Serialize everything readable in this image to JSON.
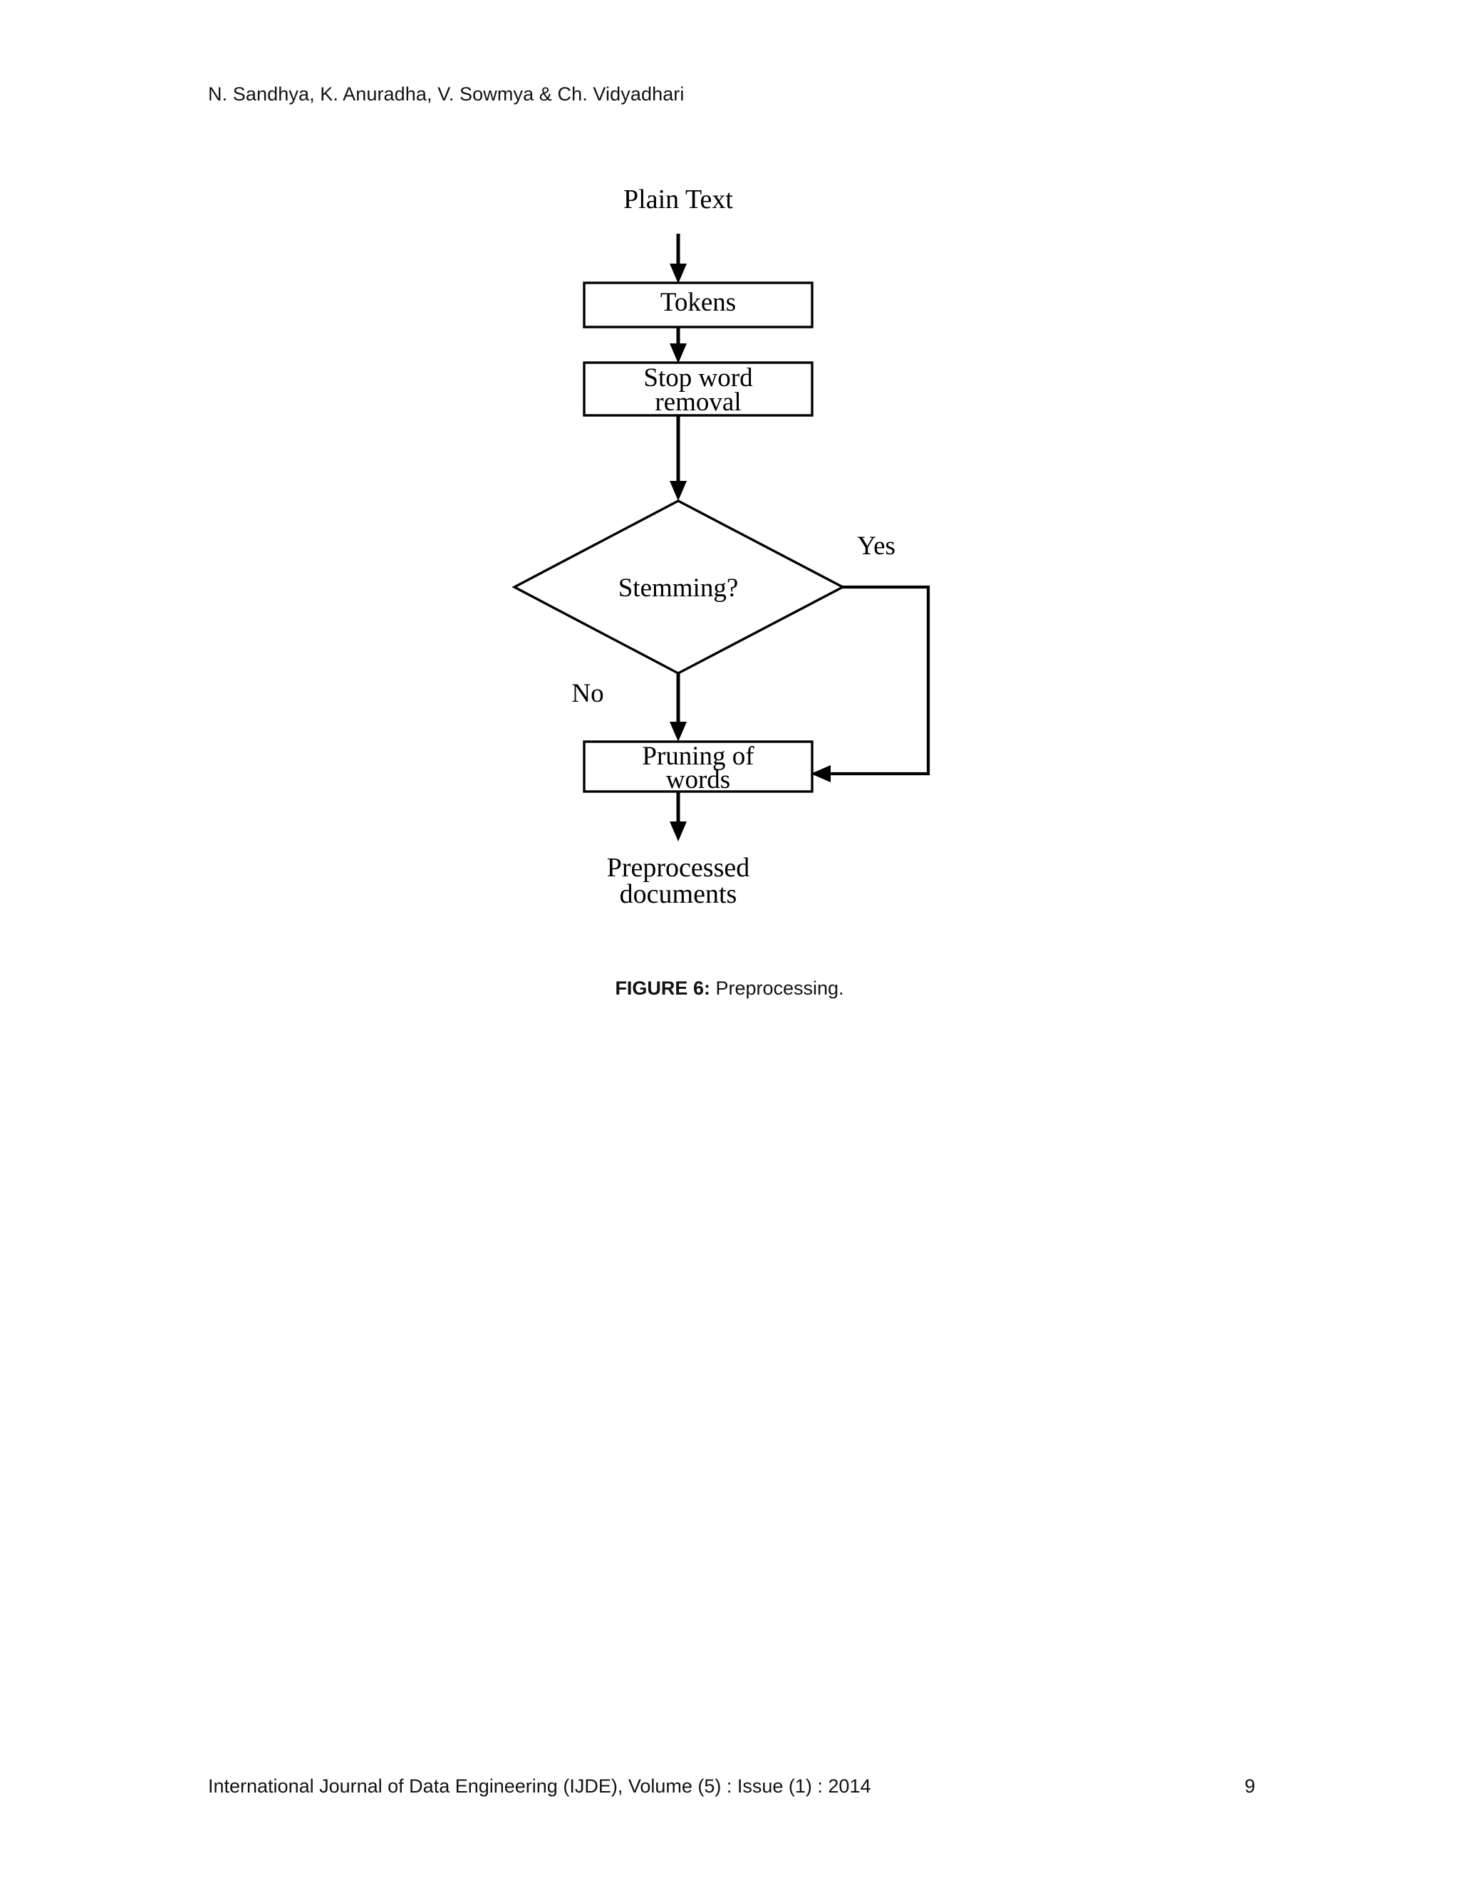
{
  "page": {
    "running_head": "N. Sandhya, K. Anuradha, V. Sowmya & Ch. Vidyadhari",
    "page_number": "9"
  },
  "figure": {
    "caption_label": "FIGURE 6:",
    "caption_text": "Preprocessing.",
    "input_label": "Plain Text",
    "output_label_line1": "Preprocessed",
    "output_label_line2": "documents",
    "nodes": [
      {
        "id": "tokens",
        "label": "Tokens",
        "shape": "process"
      },
      {
        "id": "stopword",
        "label_line1": "Stop word",
        "label_line2": "removal",
        "shape": "process"
      },
      {
        "id": "stemming",
        "label": "Stemming?",
        "shape": "decision"
      },
      {
        "id": "pruning",
        "label_line1": "Pruning of",
        "label_line2": "words",
        "shape": "process"
      }
    ],
    "edge_labels": {
      "yes": "Yes",
      "no": "No"
    }
  },
  "footer": {
    "journal": "International Journal of Data Engineering (IJDE), Volume (5) : Issue (1) : 2014"
  },
  "colors": {
    "ink": "#000000",
    "paper": "#ffffff"
  }
}
